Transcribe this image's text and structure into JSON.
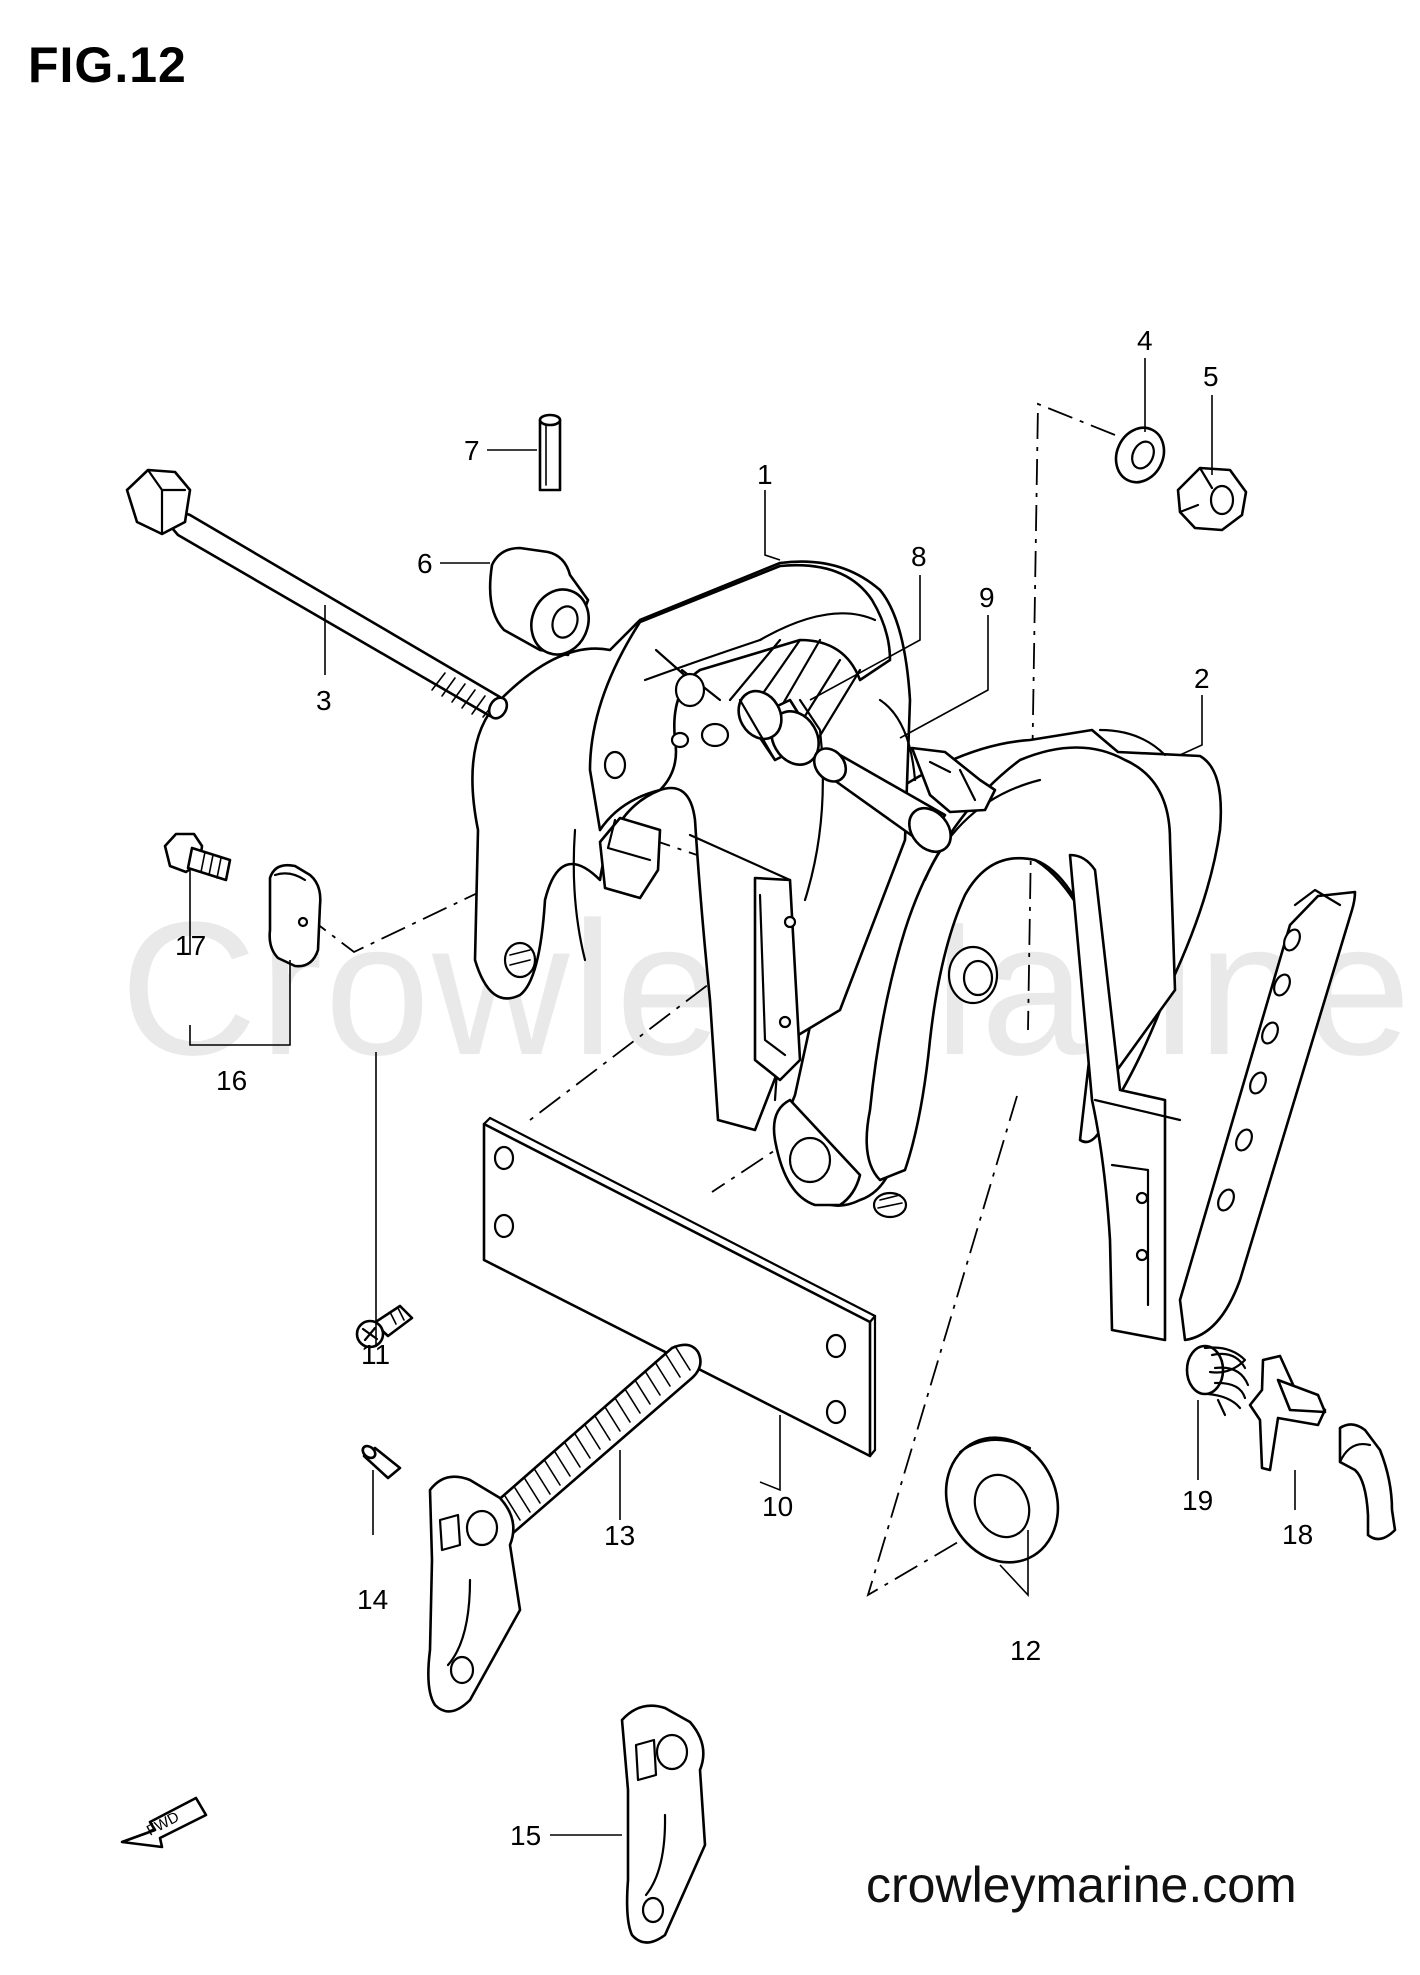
{
  "figure_title": "FIG.12",
  "watermark_text": "CrowleyMarine",
  "website": "crowleymarine.com",
  "direction_marker": "FWD",
  "callouts": [
    "1",
    "2",
    "3",
    "4",
    "5",
    "6",
    "7",
    "8",
    "9",
    "10",
    "11",
    "12",
    "13",
    "14",
    "15",
    "16",
    "17",
    "18",
    "19"
  ]
}
